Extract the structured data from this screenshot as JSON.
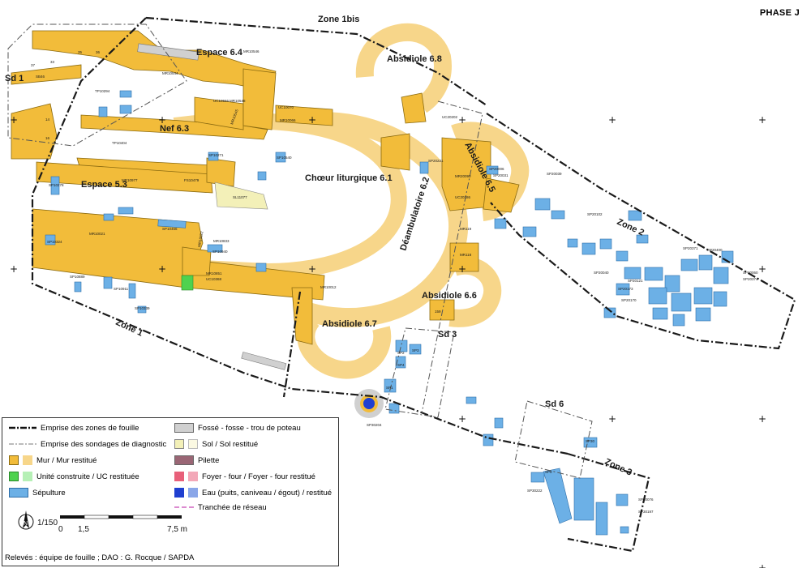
{
  "phase": "PHASE J",
  "colors": {
    "wall": "#f2bc3a",
    "wall_restored": "#f7d68a",
    "burial": "#6cb0e6",
    "pit": "#d0d0d0",
    "floor": "#f3f0b8",
    "construction_unit": "#4fd24f",
    "pilette": "#9a6675",
    "hearth": "#e8607a",
    "water": "#1f3fd0",
    "water_restored": "#8aa6e8",
    "trench": "#dc8bd0"
  },
  "areas": {
    "zone_1bis": "Zone 1bis",
    "espace_6_4": "Espace 6.4",
    "absidiole_6_8": "Absidiole 6.8",
    "nef_6_3": "Nef 6.3",
    "choeur": "Chœur liturgique 6.1",
    "espace_5_3": "Espace 5.3",
    "deambulatoire": "Déambulatoire 6.2",
    "absidiole_6_5": "Absidiole 6.5",
    "absidiole_6_6": "Absidiole 6.6",
    "absidiole_6_7": "Absidiole 6.7",
    "zone_1": "Zone 1",
    "zone_2": "Zone 2",
    "zone_3": "Zone 3",
    "sd_1": "Sd 1",
    "sd_3": "Sd 3",
    "sd_6": "Sd 6"
  },
  "small_labels": {
    "mr10544": "MR10544",
    "mr10546": "MR10546",
    "uc10566": "UC10566",
    "mr10548": "MR10548",
    "mr10545": "MR10545",
    "uc10070": "UC10070",
    "mr10066": "MR10066",
    "tp10294": "TP10294",
    "tp10404": "TP10404",
    "fs10479": "FS10479",
    "sl11077": "SL11077",
    "mr10977": "MR10977",
    "mr10021": "MR10021",
    "mr10822": "MR10822",
    "mr10833": "MR10833",
    "uc10368": "UC10368",
    "mr10012": "MR10012",
    "mr20090": "MR20090",
    "mr119": "MR119",
    "mr118": "MR118",
    "uc20202": "UC20202",
    "uc20186": "UC20186",
    "s159": "159",
    "sp1": "SP1",
    "sp2": "SP2",
    "sp3": "SP3",
    "sp4": "SP4",
    "sp30": "SP30",
    "sp9": "SP9",
    "sp20031": "SP20031",
    "sp20039": "SP20039",
    "sp20102": "SP20102",
    "sp20371": "SP20371",
    "sp20400": "SP20400",
    "sp20060": "SP20060",
    "sp20374": "SP20374",
    "sp20040": "SP20040",
    "sp20121": "SP20121",
    "sp20173": "SP20173",
    "sp20170": "SP20170",
    "sp30204": "SP30204",
    "sp30076": "SP30076",
    "sp30197": "SP30197",
    "sp30222": "SP30222",
    "sp10466": "SP10466",
    "sp10940": "SP10940",
    "sp10278": "SP10278",
    "sp10324": "SP10324",
    "sp10889": "SP10889",
    "sp10911": "SP10911",
    "sp10339": "SP10339",
    "sp10271": "SP10271",
    "sp10540": "SP10540",
    "sp20221": "SP20221",
    "sp20006": "SP20006",
    "sp20006b": "SP20006",
    "mr10851": "MR10851",
    "s14": "14",
    "s16": "16",
    "s33": "33",
    "s35": "35",
    "s36": "36",
    "s37": "37",
    "sb46": "SB46"
  },
  "legend": {
    "items": [
      {
        "id": "fouille",
        "label": "Emprise des zones de fouille"
      },
      {
        "id": "sondages",
        "label": "Emprise des sondages de diagnostic"
      },
      {
        "id": "mur",
        "label": "Mur / Mur restitué"
      },
      {
        "id": "uc",
        "label": "Unité construite / UC restituée"
      },
      {
        "id": "sepulture",
        "label": "Sépulture"
      },
      {
        "id": "fosse",
        "label": "Fossé - fosse - trou de poteau"
      },
      {
        "id": "sol",
        "label": "Sol / Sol restitué"
      },
      {
        "id": "pilette",
        "label": "Pilette"
      },
      {
        "id": "foyer",
        "label": "Foyer - four / Foyer - four restitué"
      },
      {
        "id": "eau",
        "label": "Eau (puits, caniveau / égout) / restitué"
      },
      {
        "id": "tranchee",
        "label": "Tranchée de réseau"
      }
    ]
  },
  "scale": {
    "north": "N",
    "ratio": "1/150",
    "ticks": [
      "0",
      "1,5",
      "7,5 m"
    ]
  },
  "credits": "Relevés : équipe de fouille ; DAO : G. Rocque / SAPDA",
  "grid_mark": "+"
}
